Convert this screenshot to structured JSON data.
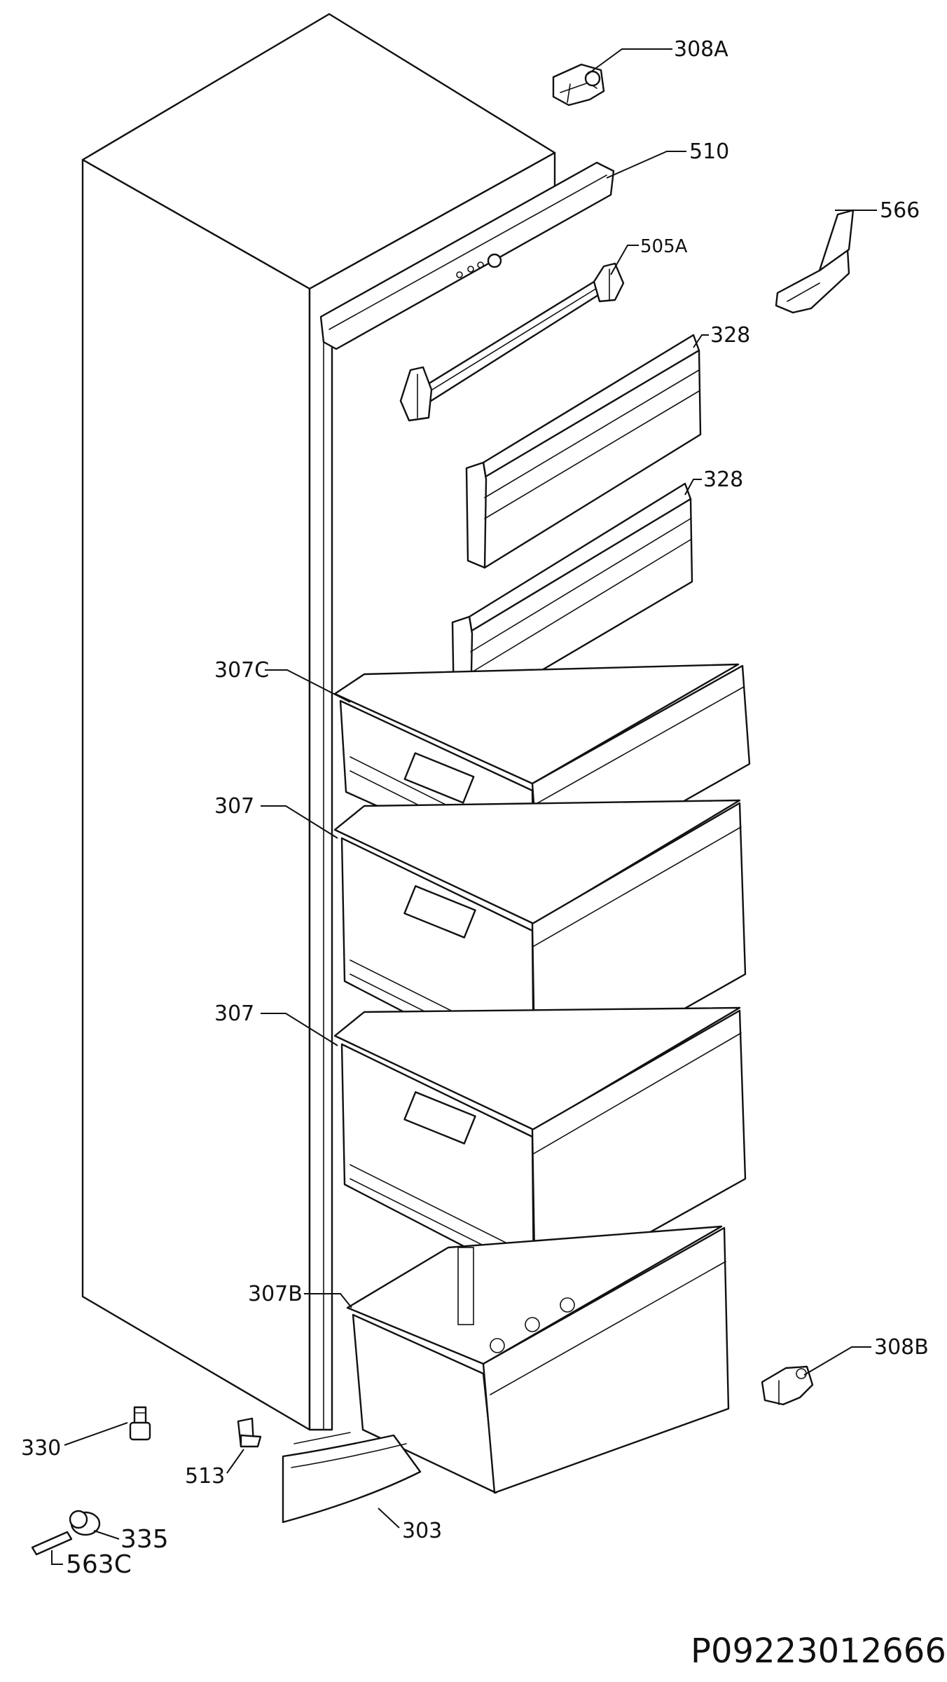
{
  "labels": {
    "p308a": "308A",
    "p510": "510",
    "p566": "566",
    "p505a": "505A",
    "p328_upper": "328",
    "p328_lower": "328",
    "p307c": "307C",
    "p307_upper": "307",
    "p307_lower": "307",
    "p307b": "307B",
    "p308b": "308B",
    "p330": "330",
    "p513": "513",
    "p335": "335",
    "p303": "303",
    "p563c": "563C"
  },
  "drawing_code": "P09223012666"
}
